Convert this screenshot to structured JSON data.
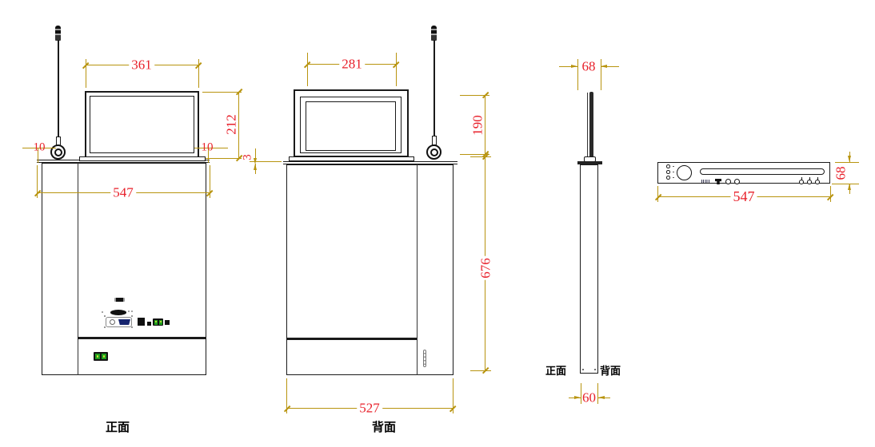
{
  "drawing": {
    "type": "technical-dimension-drawing",
    "subject": "lift-up monitor & microphone console",
    "views": {
      "front": {
        "caption": "正面",
        "dim_screen_width": "361",
        "dim_screen_height": "212",
        "dim_overhang_left": "10",
        "dim_overhang_right": "10",
        "dim_table_width": "547"
      },
      "back": {
        "caption": "背面",
        "dim_screen_width": "281",
        "dim_screen_height": "190",
        "dim_plate_thickness": "3",
        "dim_body_height": "676",
        "dim_body_width": "527"
      },
      "side": {
        "front_face_label": "正面",
        "back_face_label": "背面",
        "dim_top_plate_depth": "68",
        "dim_body_depth": "60"
      },
      "top": {
        "dim_panel_width": "547",
        "dim_panel_depth": "68"
      }
    },
    "icons": [
      "microphone-antenna-icon",
      "mic-shock-ring-icon",
      "monitor-screen-icon",
      "hdmi-connector-icon",
      "oval-connector-icon",
      "vga-connector-icon",
      "power-terminal-icon",
      "usb-port-icon",
      "audio-jack-icon",
      "control-button-icon",
      "mic-well-icon",
      "monitor-slot-icon",
      "plug-socket-icon",
      "brand-mark",
      "access-slot-icon",
      "screw-icon"
    ],
    "colors": {
      "line": "#1a1a1a",
      "dimension_line": "#b8940f",
      "dimension_text": "#e8212b",
      "terminal_green": "#1f9e1f",
      "terminal_pin_yellow": "#d8e337",
      "vga_blue": "#16246e"
    }
  }
}
